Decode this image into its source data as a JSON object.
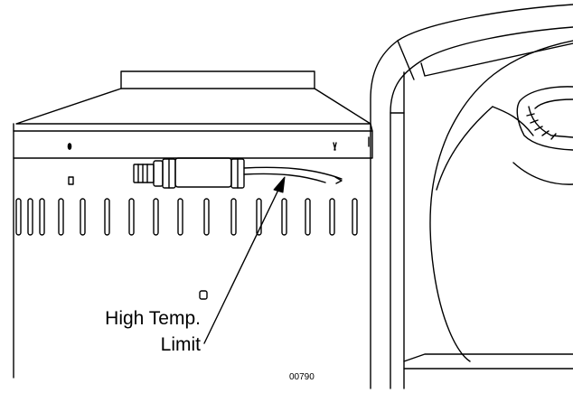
{
  "callout": {
    "line1": "High Temp.",
    "line2": "Limit"
  },
  "figure_number": "00790",
  "colors": {
    "stroke": "#000000",
    "background": "#ffffff"
  }
}
